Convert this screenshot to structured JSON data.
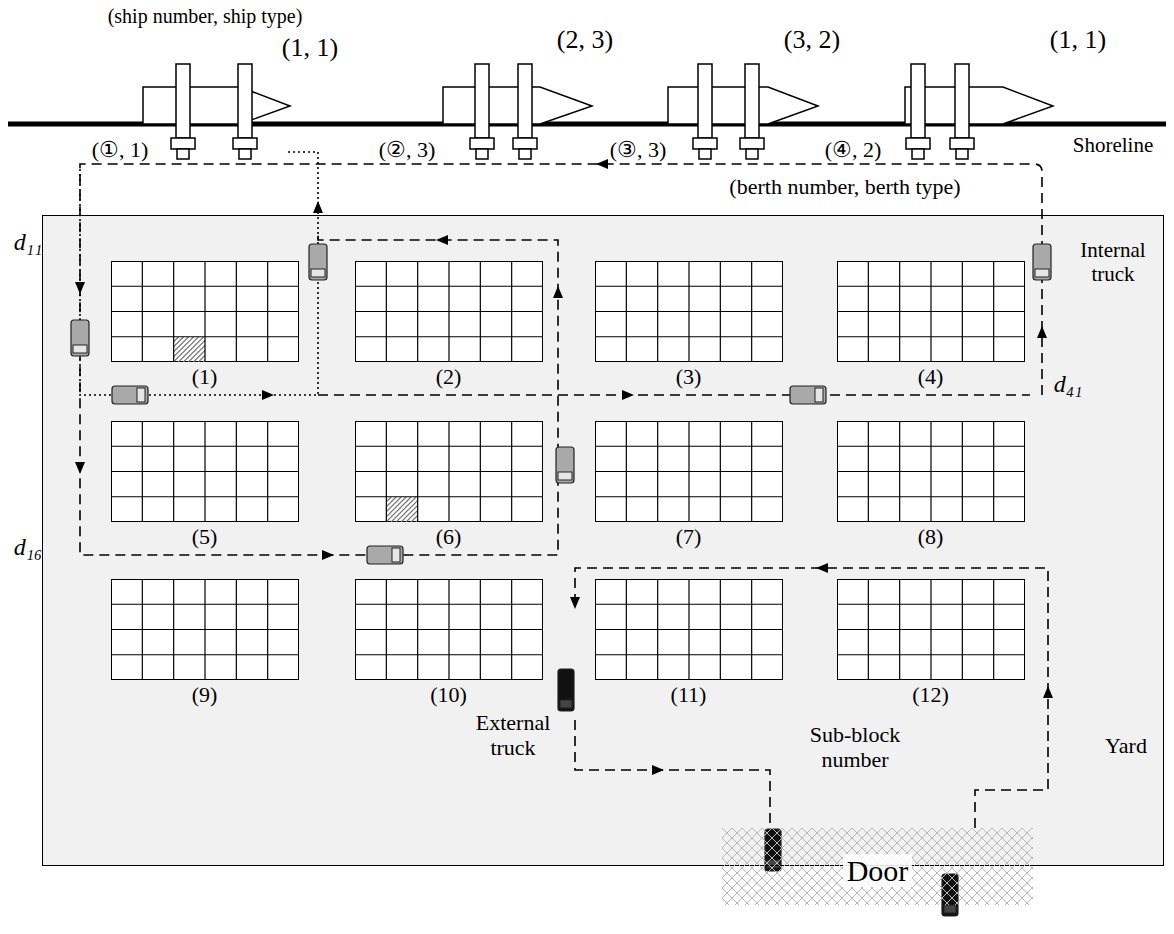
{
  "diagram": {
    "nodes": [
      {
        "text": [
          "Yard"
        ]
      },
      {
        "text": [
          "(1)"
        ],
        "in": 0
      },
      {
        "text": [
          "(2)"
        ],
        "in": 0
      },
      {
        "text": [
          "(3)"
        ],
        "in": 0
      },
      {
        "text": [
          "(4)"
        ],
        "in": 0
      },
      {
        "text": [
          "(5)"
        ],
        "in": 0
      },
      {
        "text": [
          "(6)"
        ],
        "in": 0
      },
      {
        "text": [
          "(7)"
        ],
        "in": 0
      },
      {
        "text": [
          "(8)"
        ],
        "in": 0
      },
      {
        "text": [
          "(9)"
        ],
        "in": 0
      },
      {
        "text": [
          "(10)"
        ],
        "in": 0
      },
      {
        "text": [
          "(11)"
        ],
        "in": 0
      },
      {
        "text": [
          "(12)"
        ],
        "in": 0
      },
      {
        "text": [
          "Door"
        ]
      }
    ],
    "labels": [
      "(ship number, ship type)",
      "(1, 1)",
      "(2, 3)",
      "(3, 2)",
      "(1, 1)",
      "(①, 1)",
      "(②, 3)",
      "(③, 3)",
      "(④, 2)",
      "Shoreline",
      "(berth number, berth type)",
      "Internal truck",
      "d₁₁",
      "d₄₁",
      "d₁₆",
      "External truck",
      "Sub-block number"
    ]
  }
}
